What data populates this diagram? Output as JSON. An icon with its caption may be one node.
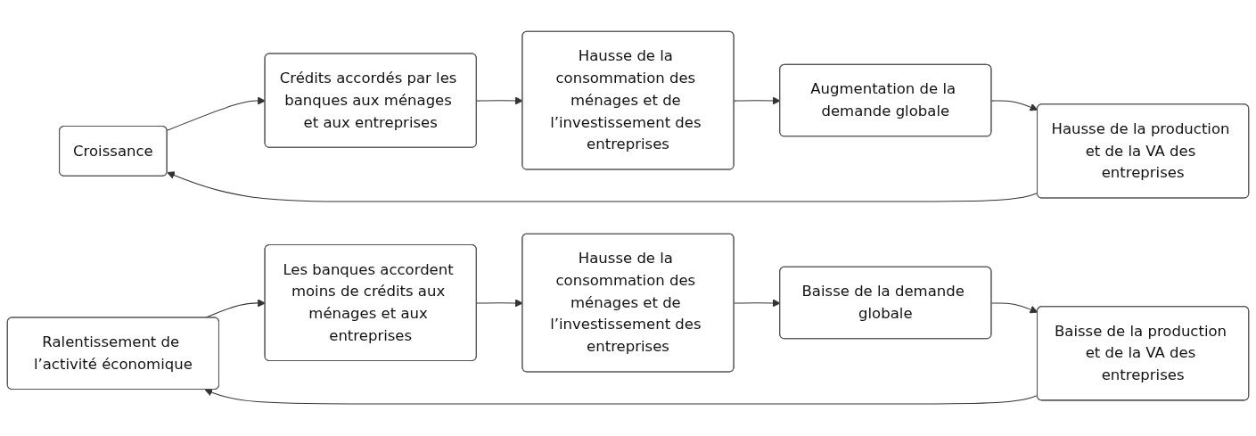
{
  "diagram": {
    "nodes": [
      {
        "text": [
          "Croissance"
        ]
      },
      {
        "text": [
          "Hausse de la production et de la VA des entreprises"
        ]
      },
      {
        "text": [
          "Crédits accordés par les banques aux ménages et aux entreprises"
        ]
      },
      {
        "text": [
          "Augmentation de la demande globale"
        ]
      },
      {
        "text": [
          "Hausse de la consommation des ménages et de l’investissement des entreprises"
        ]
      },
      {
        "text": [
          "Ralentissement de l’activité économique"
        ]
      },
      {
        "text": [
          "Baisse de la production et de la VA des entreprises"
        ]
      },
      {
        "text": [
          "Les banques accordent moins de crédits aux ménages et aux entreprises"
        ]
      },
      {
        "text": [
          "Baisse de la demande globale"
        ]
      },
      {
        "text": [
          "Hausse de la consommation des ménages et de l’investissement des entreprises"
        ]
      }
    ],
    "edges": [
      {
        "from": 0,
        "to": 2,
        "arrow": "to"
      },
      {
        "from": 2,
        "to": 4,
        "arrow": "to"
      },
      {
        "from": 4,
        "to": 3,
        "arrow": "to"
      },
      {
        "from": 3,
        "to": 1,
        "arrow": "to"
      },
      {
        "from": 1,
        "to": 0,
        "arrow": "to"
      },
      {
        "from": 5,
        "to": 7,
        "arrow": "to"
      },
      {
        "from": 7,
        "to": 9,
        "arrow": "to"
      },
      {
        "from": 9,
        "to": 8,
        "arrow": "to"
      },
      {
        "from": 8,
        "to": 6,
        "arrow": "to"
      },
      {
        "from": 6,
        "to": 5,
        "arrow": "to"
      }
    ]
  }
}
